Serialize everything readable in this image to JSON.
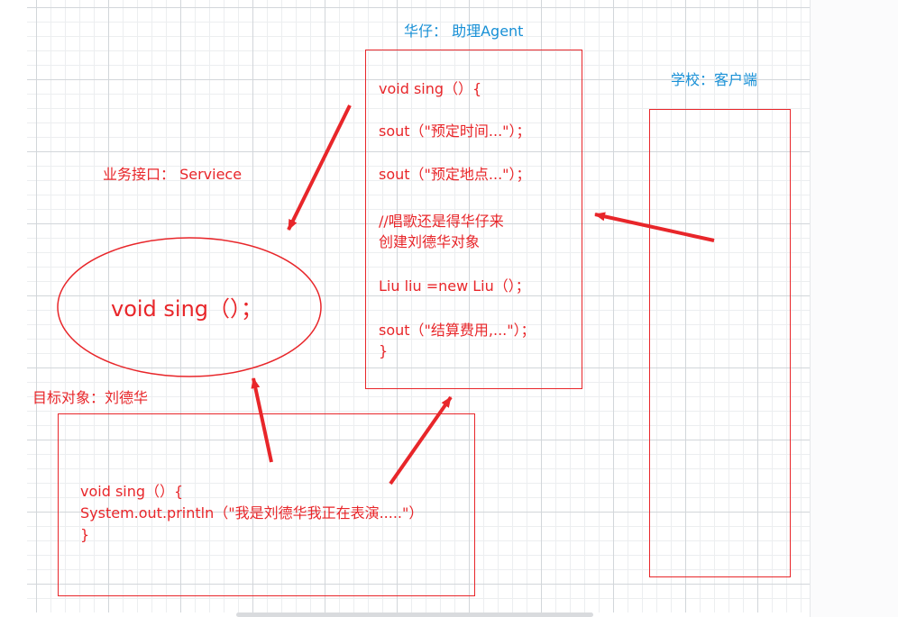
{
  "labels": {
    "agent_title": "华仔： 助理Agent",
    "client_title": "学校：客户端",
    "interface_title": "业务接口： Serviece",
    "target_title": "目标对象：刘德华"
  },
  "interface_method": "void sing（）；",
  "agent_code": [
    "void sing（）{",
    "sout（\"预定时间...\"）；",
    "sout（\"预定地点...\"）；",
    "//唱歌还是得华仔来",
    "创建刘德华对象",
    "Liu liu  =new Liu（）；",
    "sout（\"结算费用,...\"）；",
    "}"
  ],
  "target_code": [
    "void sing（）{",
    "System.out.println（\"我是刘德华我正在表演.....\"）",
    "}"
  ],
  "colors": {
    "shape_red": "#e8262a",
    "label_blue": "#1890d6"
  }
}
